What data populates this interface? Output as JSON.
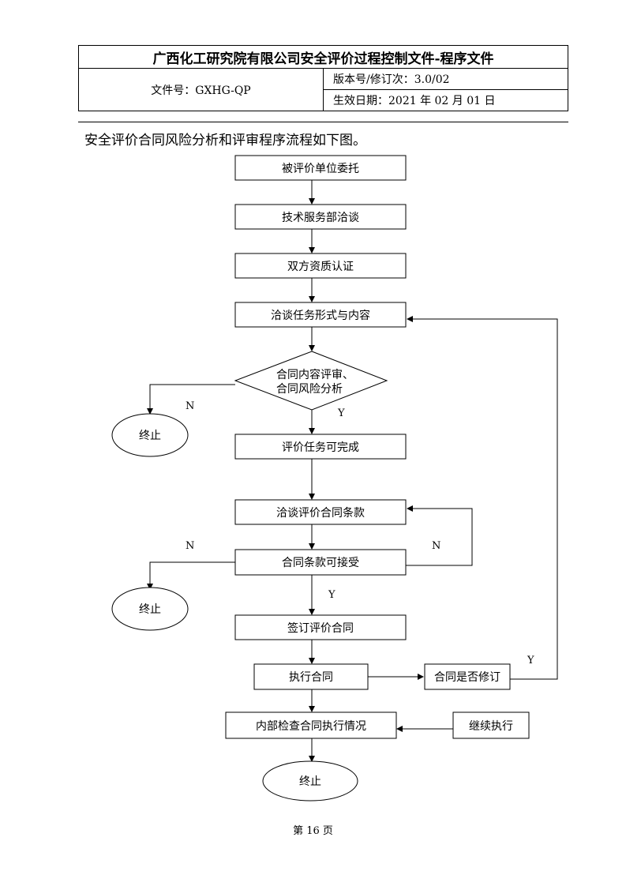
{
  "header": {
    "title": "广西化工研究院有限公司安全评价过程控制文件-程序文件",
    "doc_no": "文件号：GXHG-QP",
    "version": "版本号/修订次：3.0/02",
    "effective_date": "生效日期：2021 年 02 月 01 日"
  },
  "intro": "安全评价合同风险分析和评审程序流程如下图。",
  "flow": {
    "box_entrust": "被评价单位委托",
    "box_negotiate_tech": "技术服务部洽谈",
    "box_qualification": "双方资质认证",
    "box_task_form": "洽谈任务形式与内容",
    "decision_review_line1": "合同内容评审、",
    "decision_review_line2": "合同风险分析",
    "box_task_feasible": "评价任务可完成",
    "box_contract_terms": "洽谈评价合同条款",
    "box_terms_acceptable": "合同条款可接受",
    "box_sign": "签订评价合同",
    "box_execute": "执行合同",
    "box_revise": "合同是否修订",
    "box_internal_check": "内部检查合同执行情况",
    "box_continue": "继续执行",
    "end_1": "终止",
    "end_2": "终止",
    "end_3": "终止",
    "label_n1": "N",
    "label_y1": "Y",
    "label_n2": "N",
    "label_n3": "N",
    "label_y2": "Y",
    "label_y3": "Y"
  },
  "footer": {
    "page": "第 16 页"
  }
}
